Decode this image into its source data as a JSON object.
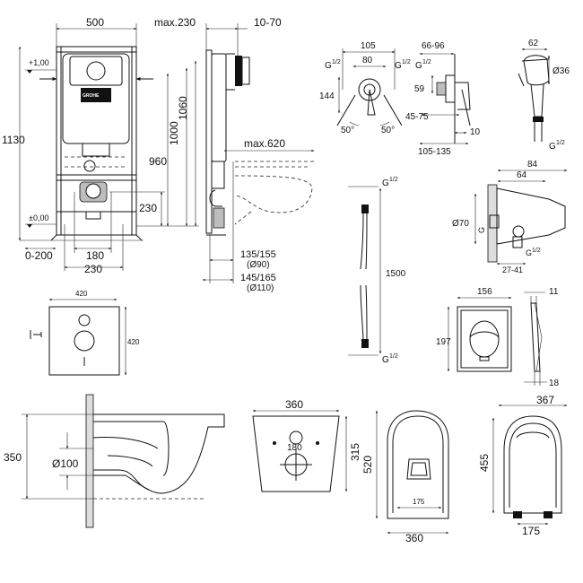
{
  "frame": {
    "width_label": "500",
    "max_depth_label": "max.230",
    "adjust_label": "10-70",
    "height_total": "1130",
    "height_1060": "1060",
    "height_1000": "1000",
    "height_960": "960",
    "height_230": "230",
    "level_top": "+1,00",
    "level_zero": "±0,00",
    "bottom_range": "0-200",
    "bottom_180": "180",
    "bottom_230": "230",
    "side_135": "135/155",
    "side_90": "(Ø90)",
    "side_145": "145/165",
    "side_110": "(Ø110)",
    "projection": "max.620",
    "logo": "GROHE"
  },
  "mixer": {
    "w105": "105",
    "w80": "80",
    "g_left": "G",
    "g_right": "G",
    "frac": "1/2",
    "h144": "144",
    "h59": "59",
    "ang_left": "50°",
    "ang_right": "50°",
    "r6696": "66-96",
    "r4575": "45-75",
    "d10": "10",
    "r105135": "105-135"
  },
  "handshower": {
    "w62": "62",
    "d36": "Ø36",
    "g": "G"
  },
  "hose": {
    "length": "1500",
    "g_top": "G",
    "g_bottom": "G"
  },
  "elbow": {
    "w84": "84",
    "w64": "64",
    "d70": "Ø70",
    "r2741": "27-41",
    "g_a": "G",
    "g_b": "G"
  },
  "plate": {
    "w156": "156",
    "h197": "197",
    "d11": "11",
    "d18": "18"
  },
  "mat": {
    "w420": "420",
    "h420": "420"
  },
  "bowl_side": {
    "h350": "350",
    "d100": "Ø100"
  },
  "bowl_top": {
    "w360": "360",
    "spacing": "180",
    "h315": "315"
  },
  "bowl_plan": {
    "h520": "520",
    "w175": "175",
    "w360": "360"
  },
  "seat": {
    "w367": "367",
    "h455": "455",
    "w175": "175"
  }
}
